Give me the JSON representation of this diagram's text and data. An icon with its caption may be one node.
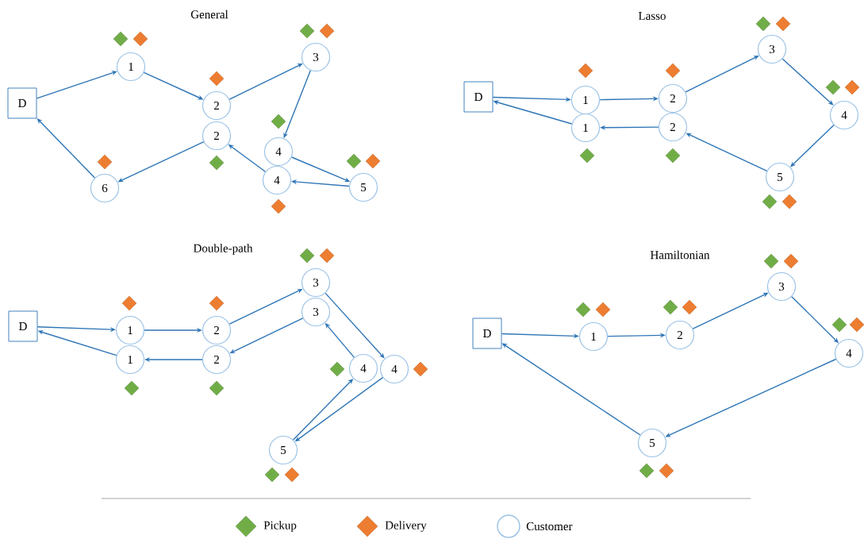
{
  "diagram": {
    "nodes": [
      {
        "text": [
          "D"
        ]
      },
      {
        "text": [
          "1"
        ]
      },
      {
        "text": [
          "2"
        ]
      },
      {
        "text": [
          "3"
        ]
      },
      {
        "text": [
          "2"
        ]
      },
      {
        "text": [
          "4"
        ]
      },
      {
        "text": [
          "4"
        ]
      },
      {
        "text": [
          "5"
        ]
      },
      {
        "text": [
          "6"
        ]
      },
      {
        "text": [
          "D"
        ]
      },
      {
        "text": [
          "1"
        ]
      },
      {
        "text": [
          "2"
        ]
      },
      {
        "text": [
          "3"
        ]
      },
      {
        "text": [
          "1"
        ]
      },
      {
        "text": [
          "2"
        ]
      },
      {
        "text": [
          "4"
        ]
      },
      {
        "text": [
          "5"
        ]
      },
      {
        "text": [
          "D"
        ]
      },
      {
        "text": [
          "1"
        ]
      },
      {
        "text": [
          "2"
        ]
      },
      {
        "text": [
          "3"
        ]
      },
      {
        "text": [
          "1"
        ]
      },
      {
        "text": [
          "2"
        ]
      },
      {
        "text": [
          "3"
        ]
      },
      {
        "text": [
          "4"
        ]
      },
      {
        "text": [
          "4"
        ]
      },
      {
        "text": [
          "5"
        ]
      },
      {
        "text": [
          "D"
        ]
      },
      {
        "text": [
          "1"
        ]
      },
      {
        "text": [
          "2"
        ]
      },
      {
        "text": [
          "3"
        ]
      },
      {
        "text": [
          "4"
        ]
      },
      {
        "text": [
          "5"
        ]
      }
    ],
    "edges": [
      {
        "from": 0,
        "to": 1,
        "arrow": "to"
      },
      {
        "from": 1,
        "to": 2,
        "arrow": "to"
      },
      {
        "from": 2,
        "to": 3,
        "arrow": "to"
      },
      {
        "from": 3,
        "to": 5,
        "arrow": "to"
      },
      {
        "from": 5,
        "to": 7,
        "arrow": "to"
      },
      {
        "from": 7,
        "to": 6,
        "arrow": "to"
      },
      {
        "from": 6,
        "to": 4,
        "arrow": "to"
      },
      {
        "from": 4,
        "to": 8,
        "arrow": "to"
      },
      {
        "from": 8,
        "to": 0,
        "arrow": "to"
      },
      {
        "from": 9,
        "to": 10,
        "arrow": "to"
      },
      {
        "from": 10,
        "to": 11,
        "arrow": "to"
      },
      {
        "from": 11,
        "to": 12,
        "arrow": "to"
      },
      {
        "from": 12,
        "to": 15,
        "arrow": "to"
      },
      {
        "from": 15,
        "to": 16,
        "arrow": "to"
      },
      {
        "from": 16,
        "to": 14,
        "arrow": "to"
      },
      {
        "from": 14,
        "to": 13,
        "arrow": "to"
      },
      {
        "from": 13,
        "to": 9,
        "arrow": "to"
      },
      {
        "from": 17,
        "to": 18,
        "arrow": "to"
      },
      {
        "from": 18,
        "to": 19,
        "arrow": "to"
      },
      {
        "from": 19,
        "to": 20,
        "arrow": "to"
      },
      {
        "from": 20,
        "to": 25,
        "arrow": "to"
      },
      {
        "from": 25,
        "to": 26,
        "arrow": "to"
      },
      {
        "from": 26,
        "to": 24,
        "arrow": "to"
      },
      {
        "from": 24,
        "to": 23,
        "arrow": "to"
      },
      {
        "from": 23,
        "to": 22,
        "arrow": "to"
      },
      {
        "from": 22,
        "to": 21,
        "arrow": "to"
      },
      {
        "from": 21,
        "to": 17,
        "arrow": "to"
      },
      {
        "from": 27,
        "to": 28,
        "arrow": "to"
      },
      {
        "from": 28,
        "to": 29,
        "arrow": "to"
      },
      {
        "from": 29,
        "to": 30,
        "arrow": "to"
      },
      {
        "from": 30,
        "to": 31,
        "arrow": "to"
      },
      {
        "from": 31,
        "to": 32,
        "arrow": "to"
      },
      {
        "from": 32,
        "to": 27,
        "arrow": "to"
      }
    ],
    "labels": [
      "General",
      "Lasso",
      "Double-path",
      "Hamiltonian"
    ],
    "legend": [
      {
        "text": "Pickup",
        "color": "#70ad47"
      },
      {
        "text": "Delivery",
        "color": "#ed7d31"
      },
      {
        "text": "Customer"
      }
    ]
  }
}
